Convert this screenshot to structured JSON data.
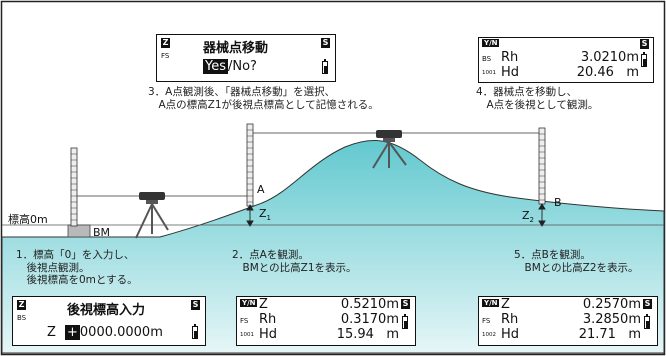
{
  "ground_labels": {
    "hyoko": "標高0m",
    "bm": "BM",
    "a": "A",
    "z1": "Z",
    "z1_sub": "1",
    "b": "B",
    "z2": "Z",
    "z2_sub": "2"
  },
  "steps": {
    "s1": [
      "1．標高「0」を入力し、",
      "　後視点観測。",
      "　後視標高を0mとする。"
    ],
    "s2": [
      "2．点Aを観測。",
      "　BMとの比高Z1を表示。"
    ],
    "s3": [
      "3．A点観測後、「器械点移動」を選択、",
      "　A点の標高Z1が後視点標高として記憶される。"
    ],
    "s4": [
      "4．器械点を移動し、",
      "　A点を後視として観測。"
    ],
    "s5": [
      "5．点Bを観測。",
      "　BMとの比高Z2を表示。"
    ]
  },
  "screens": {
    "move": {
      "mode": "Z",
      "sub": "FS",
      "title": "器械点移動",
      "yes": "Yes",
      "rest": "/No?",
      "s": "S"
    },
    "hrh": {
      "yn": "Y/N",
      "s": "S",
      "rows": [
        {
          "pre": "BS",
          "label": "Rh",
          "value": "3.0210m"
        },
        {
          "pre": "1001",
          "label": "Hd",
          "value": "20.46   m"
        }
      ]
    },
    "input": {
      "mode": "Z",
      "sub": "BS",
      "title": "後視標高入力",
      "s": "S",
      "label": "Z",
      "cursor": "+",
      "value": "0000.0000m"
    },
    "a": {
      "yn": "Y/N",
      "s": "S",
      "rows": [
        {
          "pre": "",
          "label": "Z",
          "value": "0.5210m"
        },
        {
          "pre": "FS",
          "label": "Rh",
          "value": "0.3170m"
        },
        {
          "pre": "1001",
          "label": "Hd",
          "value": "15.94   m"
        }
      ]
    },
    "b": {
      "yn": "Y/N",
      "s": "S",
      "rows": [
        {
          "pre": "",
          "label": "Z",
          "value": "0.2570m"
        },
        {
          "pre": "FS",
          "label": "Rh",
          "value": "3.2850m"
        },
        {
          "pre": "1002",
          "label": "Hd",
          "value": "21.71   m"
        }
      ]
    }
  }
}
